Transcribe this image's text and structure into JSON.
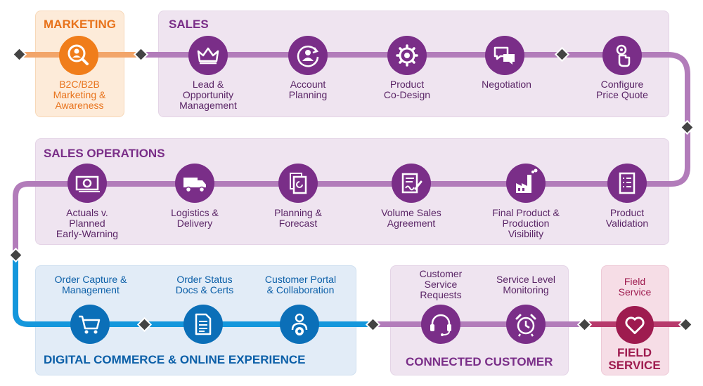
{
  "colors": {
    "marketing": "#f07d1a",
    "sales": "#9a54a3",
    "sales_dark": "#7a2e88",
    "commerce": "#0f8fd6",
    "commerce_dark": "#0b5fa8",
    "connected": "#9a54a3",
    "field": "#9e1b4f"
  },
  "marketing": {
    "title": "MARKETING",
    "steps": [
      {
        "label": "B2C/B2B\nMarketing &\nAwareness",
        "icon": "search-user-icon"
      }
    ]
  },
  "sales": {
    "title": "SALES",
    "steps": [
      {
        "label": "Lead &\nOpportunity\nManagement",
        "icon": "crown-icon"
      },
      {
        "label": "Account\nPlanning",
        "icon": "account-cycle-icon"
      },
      {
        "label": "Product\nCo-Design",
        "icon": "gear-icon"
      },
      {
        "label": "Negotiation",
        "icon": "chat-bubbles-icon"
      },
      {
        "label": "Configure\nPrice Quote",
        "icon": "hand-gear-icon"
      }
    ]
  },
  "sales_operations": {
    "title": "SALES OPERATIONS",
    "steps": [
      {
        "label": "Actuals v.\nPlanned\nEarly-Warning",
        "icon": "banknote-icon"
      },
      {
        "label": "Logistics &\nDelivery",
        "icon": "truck-icon"
      },
      {
        "label": "Planning &\nForecast",
        "icon": "documents-refresh-icon"
      },
      {
        "label": "Volume Sales\nAgreement",
        "icon": "contract-sign-icon"
      },
      {
        "label": "Final Product &\nProduction\nVisibility",
        "icon": "factory-icon"
      },
      {
        "label": "Product\nValidation",
        "icon": "checklist-icon"
      }
    ]
  },
  "digital_commerce": {
    "title": "DIGITAL COMMERCE & ONLINE EXPERIENCE",
    "steps": [
      {
        "label": "Order Capture &\nManagement",
        "icon": "cart-icon"
      },
      {
        "label": "Order Status\nDocs & Certs",
        "icon": "document-icon"
      },
      {
        "label": "Customer Portal\n& Collaboration",
        "icon": "user-gear-icon"
      }
    ]
  },
  "connected_customer": {
    "title": "CONNECTED CUSTOMER",
    "steps": [
      {
        "label": "Customer\nService\nRequests",
        "icon": "headset-icon"
      },
      {
        "label": "Service Level\nMonitoring",
        "icon": "alarm-clock-icon"
      }
    ]
  },
  "field_service": {
    "title": "FIELD\nSERVICE",
    "steps": [
      {
        "label": "Field\nService",
        "icon": "heart-icon"
      }
    ]
  }
}
